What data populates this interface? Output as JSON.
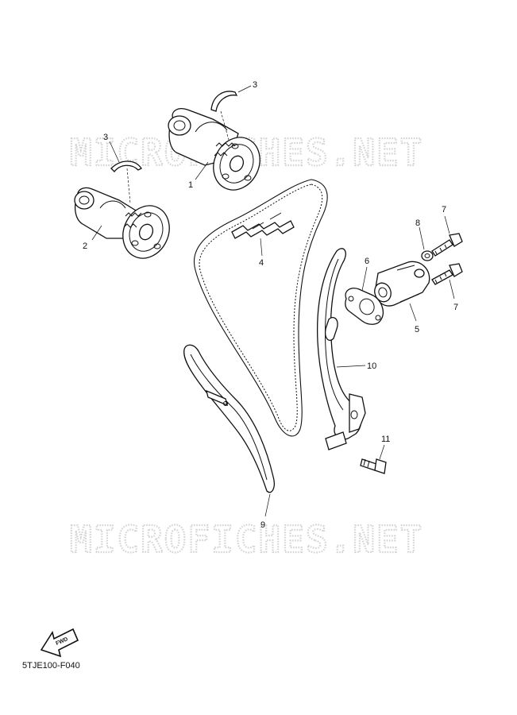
{
  "watermark": "MICROFICHES.NET",
  "fwd_label": "FWD",
  "figure_code": "5TJE100-F040",
  "callouts": [
    {
      "id": "c1",
      "text": "1"
    },
    {
      "id": "c2",
      "text": "2"
    },
    {
      "id": "c3a",
      "text": "3"
    },
    {
      "id": "c3b",
      "text": "3"
    },
    {
      "id": "c4",
      "text": "4"
    },
    {
      "id": "c5",
      "text": "5"
    },
    {
      "id": "c6",
      "text": "6"
    },
    {
      "id": "c7a",
      "text": "7"
    },
    {
      "id": "c7b",
      "text": "7"
    },
    {
      "id": "c8",
      "text": "8"
    },
    {
      "id": "c9",
      "text": "9"
    },
    {
      "id": "c10",
      "text": "10"
    },
    {
      "id": "c11",
      "text": "11"
    }
  ]
}
